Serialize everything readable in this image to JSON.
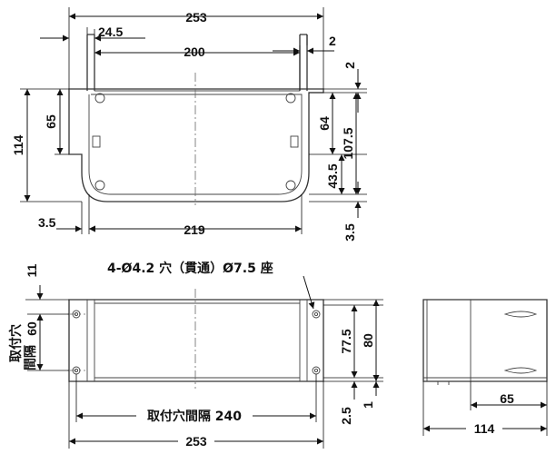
{
  "top_view": {
    "overall_width": "253",
    "flange_offset": "24.5",
    "hole_spacing_x": "200",
    "plate_thickness_side": "2",
    "plate_thickness_top": "2",
    "left_height": "65",
    "total_height": "114",
    "right_upper_height": "64",
    "right_total_height": "107.5",
    "right_lower_height": "43.5",
    "bottom_right": "3.5",
    "bottom_left": "3.5",
    "inner_width": "219"
  },
  "front_view": {
    "note": "4-Ø4.2 穴（貫通）Ø7.5 座",
    "top_left_dim": "11",
    "left_label_line1": "取付穴",
    "left_label_line2": "間隔",
    "left_value": "60",
    "right_inner_height": "77.5",
    "right_total_height": "80",
    "bottom_gap": "2.5",
    "bottom_small": "1",
    "mounting_spacing_label": "取付穴間隔 240",
    "overall_width": "253"
  },
  "side_view": {
    "inner_depth": "65",
    "overall_depth": "114"
  }
}
